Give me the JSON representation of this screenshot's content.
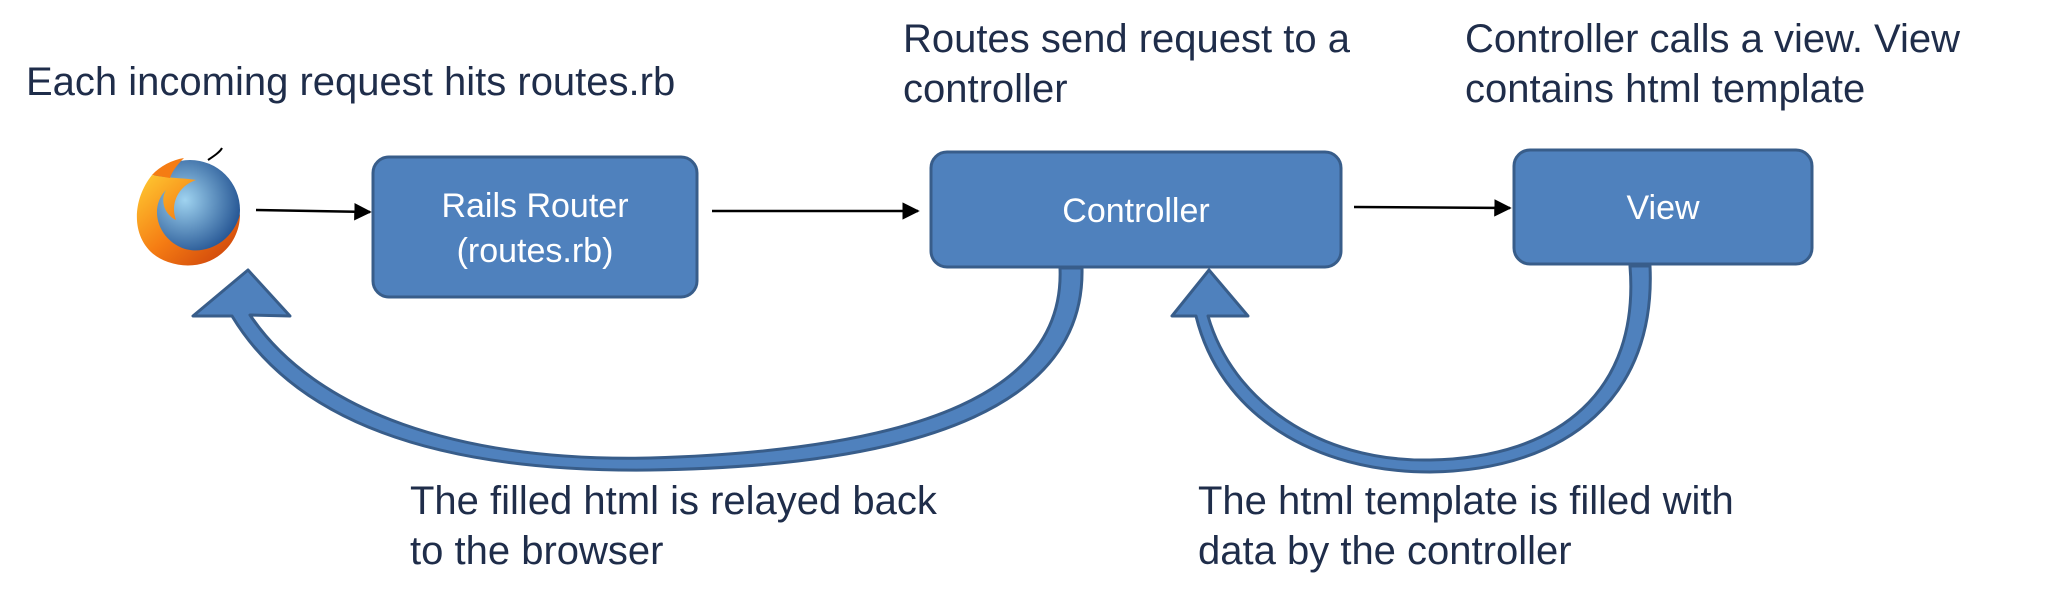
{
  "captions": {
    "incoming": "Each incoming request hits routes.rb",
    "routes_line1": "Routes send request to a",
    "routes_line2": "controller",
    "view_line1": "Controller calls a view. View",
    "view_line2": "contains html template",
    "relay_line1": "The filled html is relayed back",
    "relay_line2": "to the browser",
    "fill_line1": "The html template is filled with",
    "fill_line2": "data by the controller"
  },
  "boxes": {
    "router_line1": "Rails Router",
    "router_line2": "(routes.rb)",
    "controller": "Controller",
    "view": "View"
  },
  "icons": {
    "browser": "firefox-browser-icon"
  },
  "colors": {
    "box_fill": "#4f81bd",
    "box_border": "#385d8a",
    "text": "#1f2d4a"
  }
}
